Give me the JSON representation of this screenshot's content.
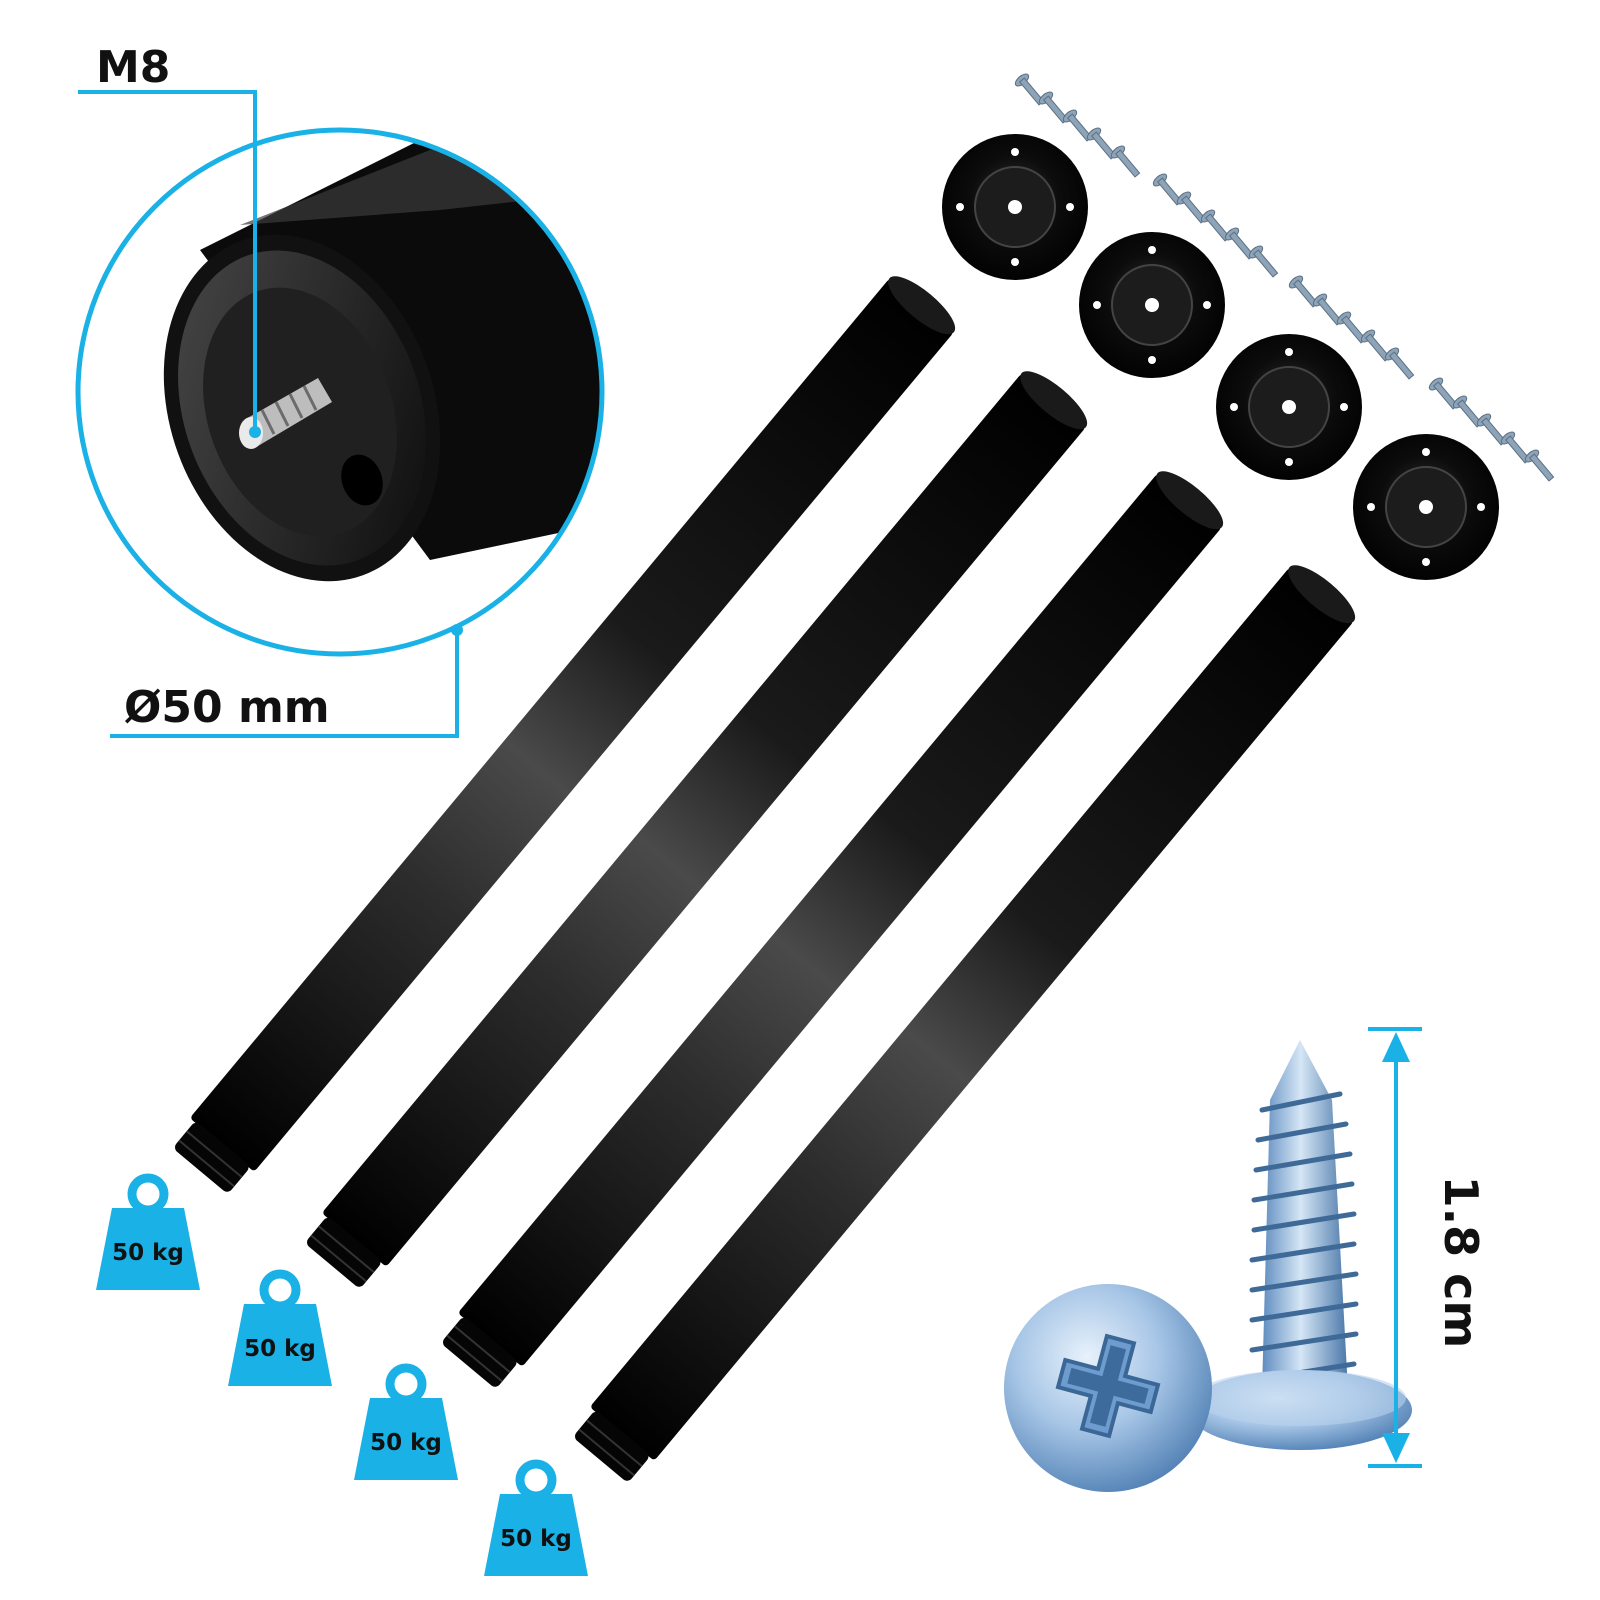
{
  "labels": {
    "thread": "M8",
    "diameter": "Ø50 mm",
    "screw_length": "1.8 cm"
  },
  "weights": [
    "50 kg",
    "50 kg",
    "50 kg",
    "50 kg"
  ],
  "colors": {
    "accent": "#1ab1e6",
    "leg": "#0d0d0d",
    "screw": "#8fb6dd"
  },
  "icons": {
    "weight": "weight-icon",
    "plate": "mounting-plate-icon",
    "screw": "screw-icon"
  }
}
